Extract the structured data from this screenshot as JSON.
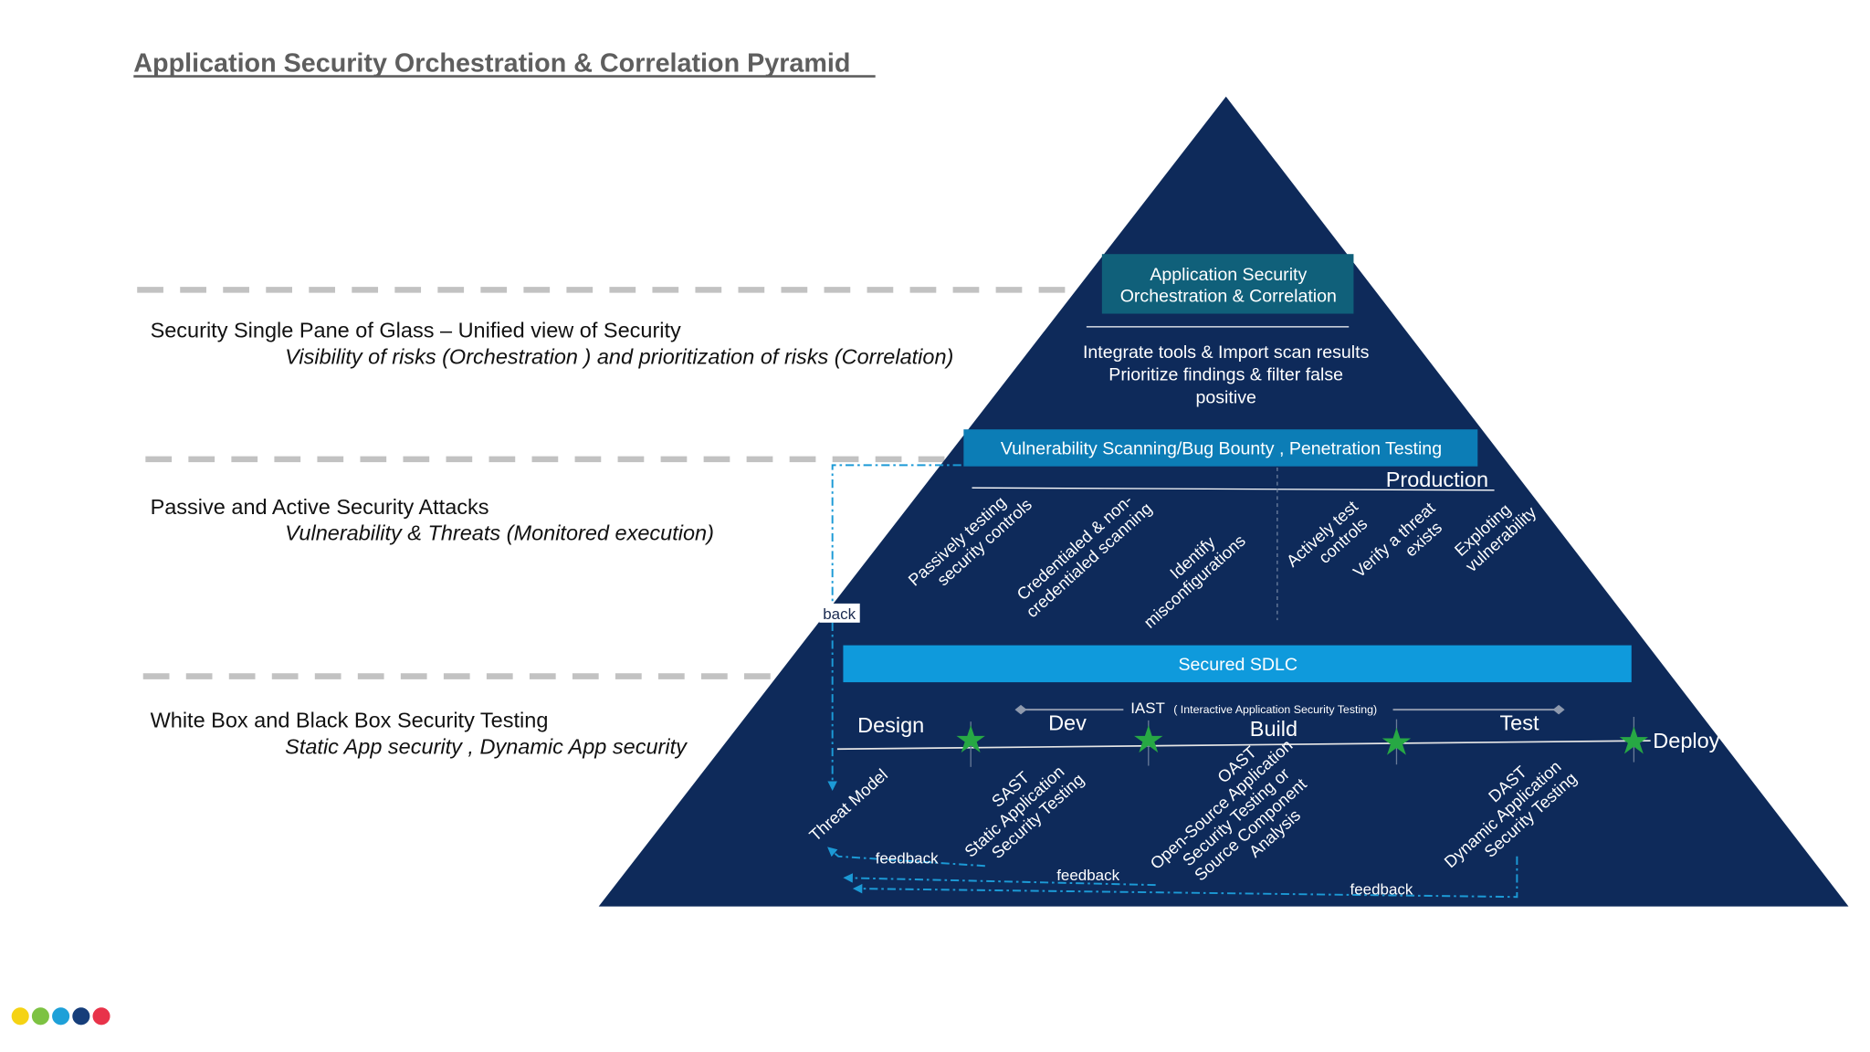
{
  "title": "Application Security Orchestration & Correlation Pyramid",
  "left_panel": [
    {
      "heading": "Security Single Pane of Glass – Unified view of Security",
      "subheading": "Visibility of risks (Orchestration ) and prioritization of risks (Correlation)"
    },
    {
      "heading": "Passive and Active Security Attacks",
      "subheading": "Vulnerability & Threats (Monitored execution)"
    },
    {
      "heading": "White Box and Black Box Security Testing",
      "subheading": "Static App security , Dynamic App security"
    }
  ],
  "pyramid": {
    "top": {
      "box_line1": "Application Security",
      "box_line2": "Orchestration & Correlation",
      "desc_line1": "Integrate tools & Import scan results",
      "desc_line2": "Prioritize findings & filter false",
      "desc_line3": "positive"
    },
    "middle": {
      "banner": "Vulnerability Scanning/Bug Bounty , Penetration Testing",
      "production_label": "Production",
      "passive_items": [
        [
          "Passively testing",
          "security controls"
        ],
        [
          "Credentialed & non-",
          "credentialed scanning"
        ],
        [
          "Identify",
          "misconfigurations"
        ]
      ],
      "active_items": [
        [
          "Actively test",
          "controls"
        ],
        [
          "Verify a threat",
          "exists"
        ],
        [
          "Exploting",
          "vulnerability"
        ]
      ],
      "feedback_partial": "back"
    },
    "bottom": {
      "banner": "Secured SDLC",
      "iast_label": "IAST",
      "iast_desc": "( Interactive Application Security Testing)",
      "phases": [
        "Design",
        "Dev",
        "Build",
        "Test",
        "Deploy"
      ],
      "testing_types": [
        [
          "Threat Model"
        ],
        [
          "SAST",
          "Static Application",
          "Security Testing"
        ],
        [
          "OAST",
          "Open-Source Application",
          "Security Testing or",
          "Source Component",
          "Analysis"
        ],
        [
          "DAST",
          "Dynamic Application",
          "Security Testing"
        ]
      ],
      "feedback_labels": [
        "feedback",
        "feedback",
        "feedback"
      ]
    }
  },
  "logo_dots": [
    "#f5d314",
    "#7dc242",
    "#1ea0d8",
    "#163e7a",
    "#e8334a"
  ],
  "colors": {
    "pyramid_fill": "#0e2a5a",
    "top_box": "#10607a",
    "vuln_banner": "#0c7db6",
    "sdlc_banner": "#0f9adc",
    "feedback_line": "#1c9ad6",
    "star": "#27a844",
    "dash_line": "#c2c2c2",
    "title_text": "#5e5e5e"
  }
}
